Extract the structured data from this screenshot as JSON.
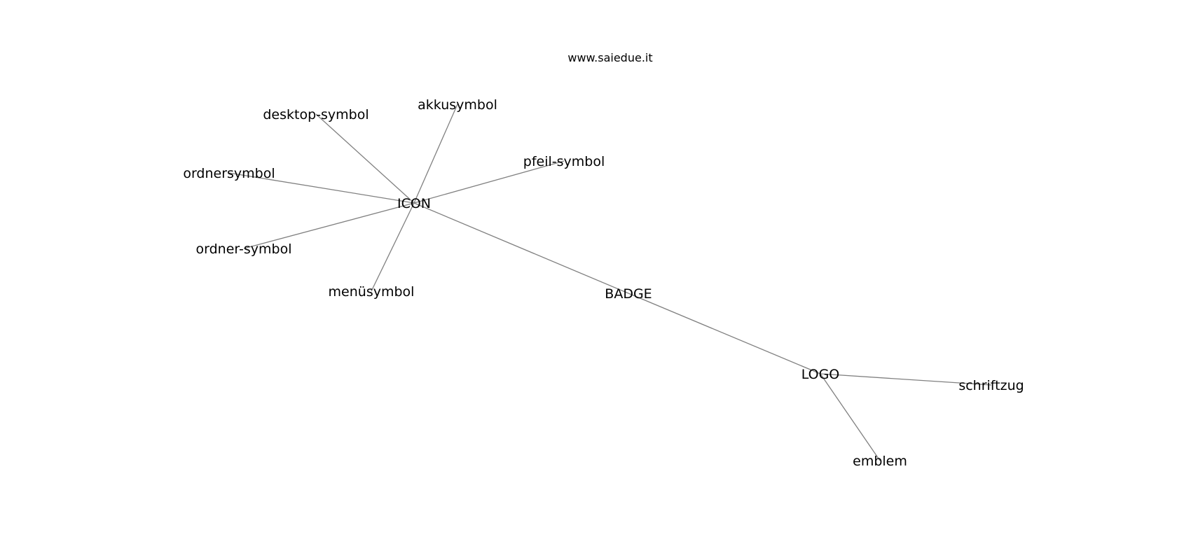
{
  "watermark": "www.saiedue.it",
  "graph": {
    "nodes": [
      {
        "id": "icon",
        "label": "ICON"
      },
      {
        "id": "desktop-symbol",
        "label": "desktop-symbol"
      },
      {
        "id": "akkusymbol",
        "label": "akkusymbol"
      },
      {
        "id": "pfeil-symbol",
        "label": "pfeil-symbol"
      },
      {
        "id": "ordnersymbol",
        "label": "ordnersymbol"
      },
      {
        "id": "ordner-symbol",
        "label": "ordner-symbol"
      },
      {
        "id": "menuesymbol",
        "label": "menüsymbol"
      },
      {
        "id": "badge",
        "label": "BADGE"
      },
      {
        "id": "logo",
        "label": "LOGO"
      },
      {
        "id": "schriftzug",
        "label": "schriftzug"
      },
      {
        "id": "emblem",
        "label": "emblem"
      }
    ],
    "edges": [
      {
        "source": "icon",
        "target": "desktop-symbol"
      },
      {
        "source": "icon",
        "target": "akkusymbol"
      },
      {
        "source": "icon",
        "target": "pfeil-symbol"
      },
      {
        "source": "icon",
        "target": "ordnersymbol"
      },
      {
        "source": "icon",
        "target": "ordner-symbol"
      },
      {
        "source": "icon",
        "target": "menuesymbol"
      },
      {
        "source": "icon",
        "target": "badge"
      },
      {
        "source": "badge",
        "target": "logo"
      },
      {
        "source": "logo",
        "target": "schriftzug"
      },
      {
        "source": "logo",
        "target": "emblem"
      }
    ]
  }
}
